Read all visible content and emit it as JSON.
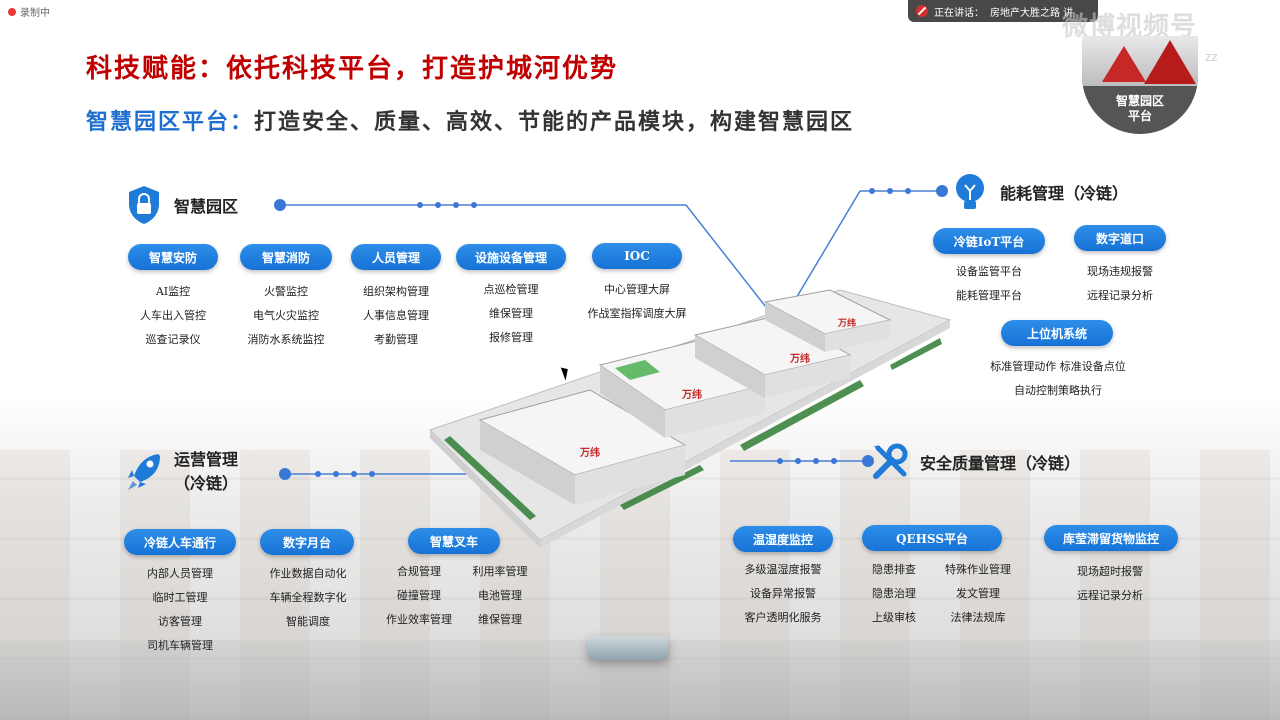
{
  "recording": {
    "label": "录制中"
  },
  "speaker": {
    "prefix": "正在讲话：",
    "name": "房地产大胜之路 讲"
  },
  "watermark": {
    "main": "微博视频号",
    "sub": "zz"
  },
  "badge": {
    "line1": "智慧园区",
    "line2": "平台"
  },
  "title": "科技赋能：依托科技平台，打造护城河优势",
  "subtitle": {
    "highlight": "智慧园区平台：",
    "rest": "打造安全、质量、高效、节能的产品模块，构建智慧园区"
  },
  "sections": {
    "smart_park": {
      "title": "智慧园区",
      "modules": [
        {
          "label": "智慧安防",
          "items": [
            "AI监控",
            "人车出入管控",
            "巡查记录仪"
          ]
        },
        {
          "label": "智慧消防",
          "items": [
            "火警监控",
            "电气火灾监控",
            "消防水系统监控"
          ]
        },
        {
          "label": "人员管理",
          "items": [
            "组织架构管理",
            "人事信息管理",
            "考勤管理"
          ]
        },
        {
          "label": "设施设备管理",
          "items": [
            "点巡检管理",
            "维保管理",
            "报修管理"
          ]
        },
        {
          "label": "IOC",
          "items": [
            "中心管理大屏",
            "作战室指挥调度大屏"
          ]
        }
      ]
    },
    "energy": {
      "title": "能耗管理（冷链）",
      "modules": [
        {
          "label": "冷链IoT平台",
          "items": [
            "设备监管平台",
            "能耗管理平台"
          ]
        },
        {
          "label": "数字道口",
          "items": [
            "现场违规报警",
            "远程记录分析"
          ]
        },
        {
          "label": "上位机系统",
          "items": [
            "标准管理动作   标准设备点位",
            "自动控制策略执行"
          ]
        }
      ]
    },
    "operations": {
      "title_line1": "运营管理",
      "title_line2": "（冷链）",
      "modules": [
        {
          "label": "冷链人车通行",
          "items": [
            "内部人员管理",
            "临时工管理",
            "访客管理",
            "司机车辆管理"
          ]
        },
        {
          "label": "数字月台",
          "items": [
            "作业数据自动化",
            "车辆全程数字化",
            "智能调度"
          ]
        },
        {
          "label": "智慧叉车",
          "items_left": [
            "合规管理",
            "碰撞管理",
            "作业效率管理"
          ],
          "items_right": [
            "利用率管理",
            "电池管理",
            "维保管理"
          ]
        }
      ]
    },
    "safety": {
      "title": "安全质量管理（冷链）",
      "modules": [
        {
          "label": "温湿度监控",
          "items": [
            "多级温湿度报警",
            "设备异常报警",
            "客户透明化服务"
          ]
        },
        {
          "label": "QEHSS平台",
          "items_left": [
            "隐患排查",
            "隐患治理",
            "上级审核"
          ],
          "items_right": [
            "特殊作业管理",
            "发文管理",
            "法律法规库"
          ]
        },
        {
          "label": "库莹滞留货物监控",
          "items": [
            "现场超时报警",
            "远程记录分析"
          ]
        }
      ]
    }
  },
  "warehouse": {
    "logo_text": "万纬"
  },
  "colors": {
    "title_red": "#c00000",
    "accent_blue": "#1f6fd1",
    "pill_blue": "#1772d6",
    "roof_green": "#66bb6a",
    "edge_green": "#2e7d32"
  }
}
